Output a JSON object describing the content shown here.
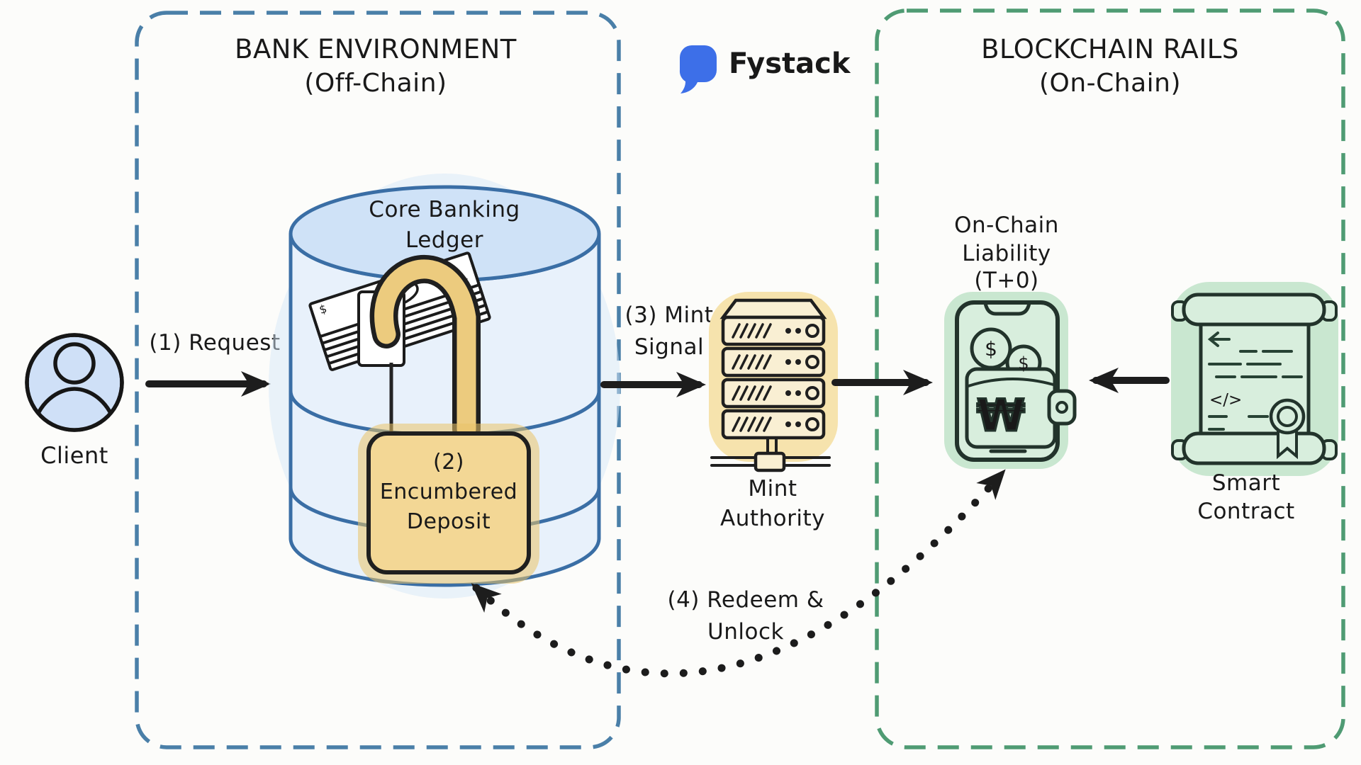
{
  "colors": {
    "bank_border": "#4A7FA8",
    "chain_border": "#4F9B73",
    "brand_blue": "#3D6FE8",
    "ink": "#1D1D1D",
    "ledger_blue_top": "#CFE2F7",
    "ledger_blue_body": "#E8F1FB",
    "ledger_glow": "#D5E7F8",
    "lock_gold": "#F3D795",
    "lock_glow": "#E9C267",
    "mint_tan": "#F6E3AD",
    "mint_unit": "#F9EFD3",
    "chain_green_soft": "#C9E7D0",
    "chain_green": "#D8EEDD"
  },
  "brand": {
    "name": "Fystack"
  },
  "zones": {
    "bank": {
      "title": "BANK ENVIRONMENT",
      "subtitle": "(Off-Chain)"
    },
    "blockchain": {
      "title": "BLOCKCHAIN RAILS",
      "subtitle": "(On-Chain)"
    }
  },
  "nodes": {
    "client": {
      "label": "Client"
    },
    "ledger": {
      "title_line1": "Core Banking",
      "title_line2": "Ledger"
    },
    "deposit": {
      "step": "(2)",
      "line1": "Encumbered",
      "line2": "Deposit"
    },
    "mint_authority": {
      "line1": "Mint",
      "line2": "Authority"
    },
    "liability": {
      "line1": "On-Chain",
      "line2": "Liability",
      "line3": "(T+0)",
      "currency": "₩"
    },
    "contract": {
      "line1": "Smart",
      "line2": "Contract",
      "code_glyph": "</>"
    }
  },
  "flows": {
    "request": {
      "label": "(1) Request"
    },
    "mint_signal": {
      "line1": "(3) Mint",
      "line2": "Signal"
    },
    "redeem": {
      "line1": "(4) Redeem &",
      "line2": "Unlock"
    }
  },
  "glyphs": {
    "dollar": "$"
  }
}
